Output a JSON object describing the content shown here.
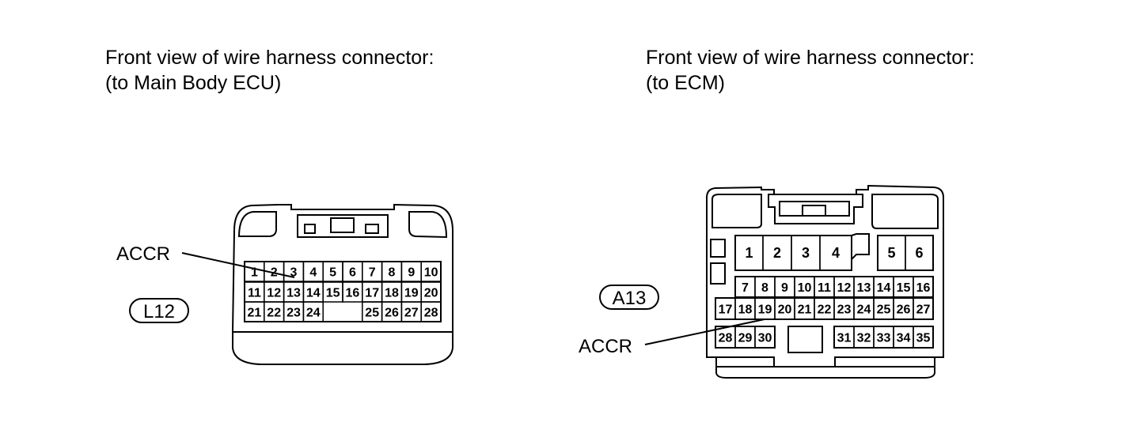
{
  "left": {
    "title_line1": "Front view of wire harness connector:",
    "title_line2": "(to Main Body ECU)",
    "connector_code": "L12",
    "wire_label": "ACCR",
    "pin_rows": [
      [
        "1",
        "2",
        "3",
        "4",
        "5",
        "6",
        "7",
        "8",
        "9",
        "10"
      ],
      [
        "11",
        "12",
        "13",
        "14",
        "15",
        "16",
        "17",
        "18",
        "19",
        "20"
      ],
      [
        "21",
        "22",
        "23",
        "24",
        "",
        "",
        "25",
        "26",
        "27",
        "28"
      ]
    ]
  },
  "right": {
    "title_line1": "Front view of wire harness connector:",
    "title_line2": "(to ECM)",
    "connector_code": "A13",
    "wire_label": "ACCR",
    "top_pins": [
      "1",
      "2",
      "3",
      "4",
      "",
      "5",
      "6"
    ],
    "row2": [
      "7",
      "8",
      "9",
      "10",
      "11",
      "12",
      "13",
      "14",
      "15",
      "16"
    ],
    "row3": [
      "17",
      "18",
      "19",
      "20",
      "21",
      "22",
      "23",
      "24",
      "25",
      "26",
      "27"
    ],
    "row4_left": [
      "28",
      "29",
      "30"
    ],
    "row4_right": [
      "31",
      "32",
      "33",
      "34",
      "35"
    ]
  }
}
